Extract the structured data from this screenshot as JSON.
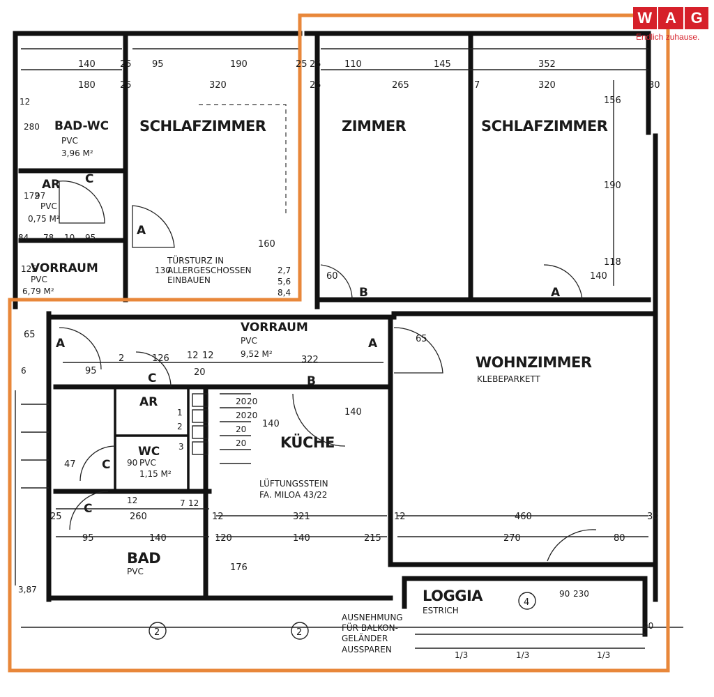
{
  "logo": {
    "letters": [
      "W",
      "A",
      "G"
    ],
    "tagline": "Endlich zuhause.",
    "color": "#d6202a"
  },
  "highlight_color": "#e8873a",
  "rooms": {
    "bad_wc_top": {
      "name": "BAD-WC",
      "floor": "PVC",
      "area": "3,96 M²"
    },
    "ar_top": {
      "name": "AR",
      "floor": "PVC",
      "area": "0,75 M²"
    },
    "vorraum_top": {
      "name": "VORRAUM",
      "floor": "PVC",
      "area": "6,79 M²"
    },
    "schlafzimmer_left": {
      "name": "SCHLAFZIMMER"
    },
    "zimmer": {
      "name": "ZIMMER"
    },
    "schlafzimmer_right": {
      "name": "SCHLAFZIMMER"
    },
    "vorraum_main": {
      "name": "VORRAUM",
      "floor": "PVC",
      "area": "9,52 M²"
    },
    "wohnzimmer": {
      "name": "WOHNZIMMER",
      "floor": "KLEBEPARKETT"
    },
    "kueche": {
      "name": "KÜCHE"
    },
    "ar_mid": {
      "name": "AR"
    },
    "wc_mid": {
      "name": "WC",
      "floor": "PVC",
      "area": "1,15 M²"
    },
    "bad_bottom": {
      "name": "BAD",
      "floor": "PVC"
    },
    "loggia": {
      "name": "LOGGIA",
      "floor": "ESTRICH"
    }
  },
  "notes": {
    "tuersturz": [
      "TÜRSTURZ IN",
      "ALLERGESCHOSSEN",
      "EINBAUEN"
    ],
    "lueftung": [
      "LÜFTUNGSSTEIN",
      "FA. MILOA 43/22"
    ],
    "ausnehmung": [
      "AUSNEHMUNG",
      "FÜR BALKON-",
      "GELÄNDER",
      "AUSSPAREN"
    ],
    "markers": [
      "2",
      "2",
      "4"
    ],
    "door_letters": [
      "A",
      "A",
      "A",
      "A",
      "B",
      "B",
      "C",
      "C",
      "C",
      "C"
    ]
  },
  "dimensions": {
    "top_left": [
      "140",
      "25",
      "95",
      "190",
      "25",
      "25"
    ],
    "top_left_row2": [
      "180",
      "25",
      "320"
    ],
    "top_right": [
      "110",
      "145",
      "352"
    ],
    "top_right_row2": [
      "25",
      "265",
      "7",
      "320",
      "30"
    ],
    "vertical_right": [
      "156",
      "190",
      "118"
    ],
    "left_side": [
      "12",
      "280",
      "172",
      "97",
      "125",
      "130"
    ],
    "small_row": [
      "84",
      "78",
      "10",
      "95"
    ],
    "mid_row": [
      "65",
      "95",
      "2",
      "126",
      "12",
      "12",
      "20",
      "322",
      "65"
    ],
    "misc": [
      "2,7",
      "5,6",
      "8,4",
      "160",
      "60",
      "140"
    ],
    "kueche_dims": [
      "140",
      "140",
      "20",
      "20",
      "20",
      "20",
      "20",
      "20"
    ],
    "lower_row": [
      "25",
      "260",
      "12",
      "321",
      "12",
      "460",
      "30"
    ],
    "bottom_row": [
      "95",
      "140",
      "120",
      "140",
      "215",
      "270",
      "80"
    ],
    "misc2": [
      "47",
      "90",
      "12",
      "7",
      "12",
      "176",
      "3,87",
      "90",
      "230",
      "90"
    ],
    "loggia_fractions": [
      "1/3",
      "1/3",
      "1/3"
    ],
    "tiny": [
      "6",
      "1",
      "2",
      "3"
    ]
  }
}
